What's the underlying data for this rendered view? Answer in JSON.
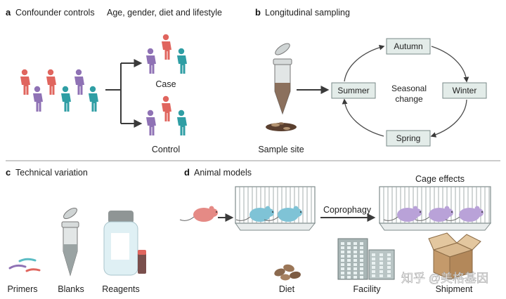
{
  "panels": {
    "a": {
      "letter": "a",
      "title": "Confounder controls",
      "subtitle": "Age, gender, diet and lifestyle",
      "case_label": "Case",
      "control_label": "Control"
    },
    "b": {
      "letter": "b",
      "title": "Longitudinal sampling",
      "sample_label": "Sample site",
      "seasons": {
        "autumn": "Autumn",
        "winter": "Winter",
        "spring": "Spring",
        "summer": "Summer"
      },
      "center_line1": "Seasonal",
      "center_line2": "change"
    },
    "c": {
      "letter": "c",
      "title": "Technical variation",
      "primers": "Primers",
      "blanks": "Blanks",
      "reagents": "Reagents"
    },
    "d": {
      "letter": "d",
      "title": "Animal models",
      "coprophagy": "Coprophagy",
      "cage_effects": "Cage effects",
      "diet": "Diet",
      "facility": "Facility",
      "shipment": "Shipment"
    }
  },
  "watermark": "知乎 @美格基因",
  "colors": {
    "red_person": "#e0655e",
    "purple_person": "#8f72b5",
    "teal_person": "#2f9ea4",
    "mouse_blue": "#7fc3d6",
    "mouse_purple": "#b9a2d8",
    "mouse_red": "#e58a85",
    "box_fill": "#e3ece9"
  }
}
